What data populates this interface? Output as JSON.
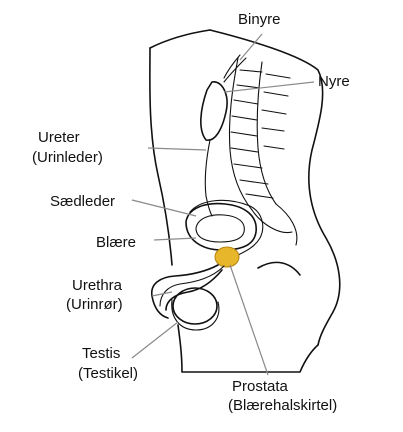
{
  "colors": {
    "prostate": "#e8b62a",
    "outline": "#111111",
    "leader": "#8a8a8a"
  },
  "labels": {
    "binyre": "Binyre",
    "nyre": "Nyre",
    "ureter_1": "Ureter",
    "ureter_2": "(Urinleder)",
    "saedleder": "Sædleder",
    "blaere": "Blære",
    "urethra_1": "Urethra",
    "urethra_2": "(Urinrør)",
    "testis_1": "Testis",
    "testis_2": "(Testikel)",
    "prostata_1": "Prostata",
    "prostata_2": "(Blærehalskirtel)"
  }
}
